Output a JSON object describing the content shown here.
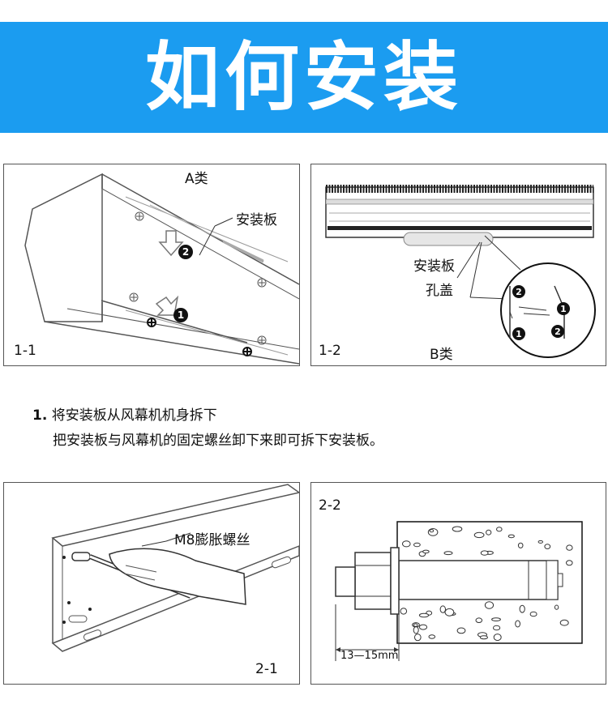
{
  "banner": {
    "title": "如何安装"
  },
  "panel_1_1": {
    "category": "A类",
    "mount_plate_label": "安装板",
    "step_badges": [
      "1",
      "2"
    ],
    "figure_number": "1-1"
  },
  "panel_1_2": {
    "mount_plate_label": "安装板",
    "hole_cover_label": "孔盖",
    "category": "B类",
    "step_badges": [
      "1",
      "2"
    ],
    "figure_number": "1-2"
  },
  "step1": {
    "number": "1.",
    "title": "将安装板从风幕机机身拆下",
    "description": "把安装板与风幕机的固定螺丝卸下来即可拆下安装板。"
  },
  "panel_2_1": {
    "bolt_label": "M8膨胀螺丝",
    "figure_number": "2-1"
  },
  "panel_2_2": {
    "figure_number": "2-2",
    "dimension_label": "13—15mm"
  },
  "colors": {
    "banner": "#1b9cf0",
    "text": "#111111",
    "outline": "#555555"
  }
}
